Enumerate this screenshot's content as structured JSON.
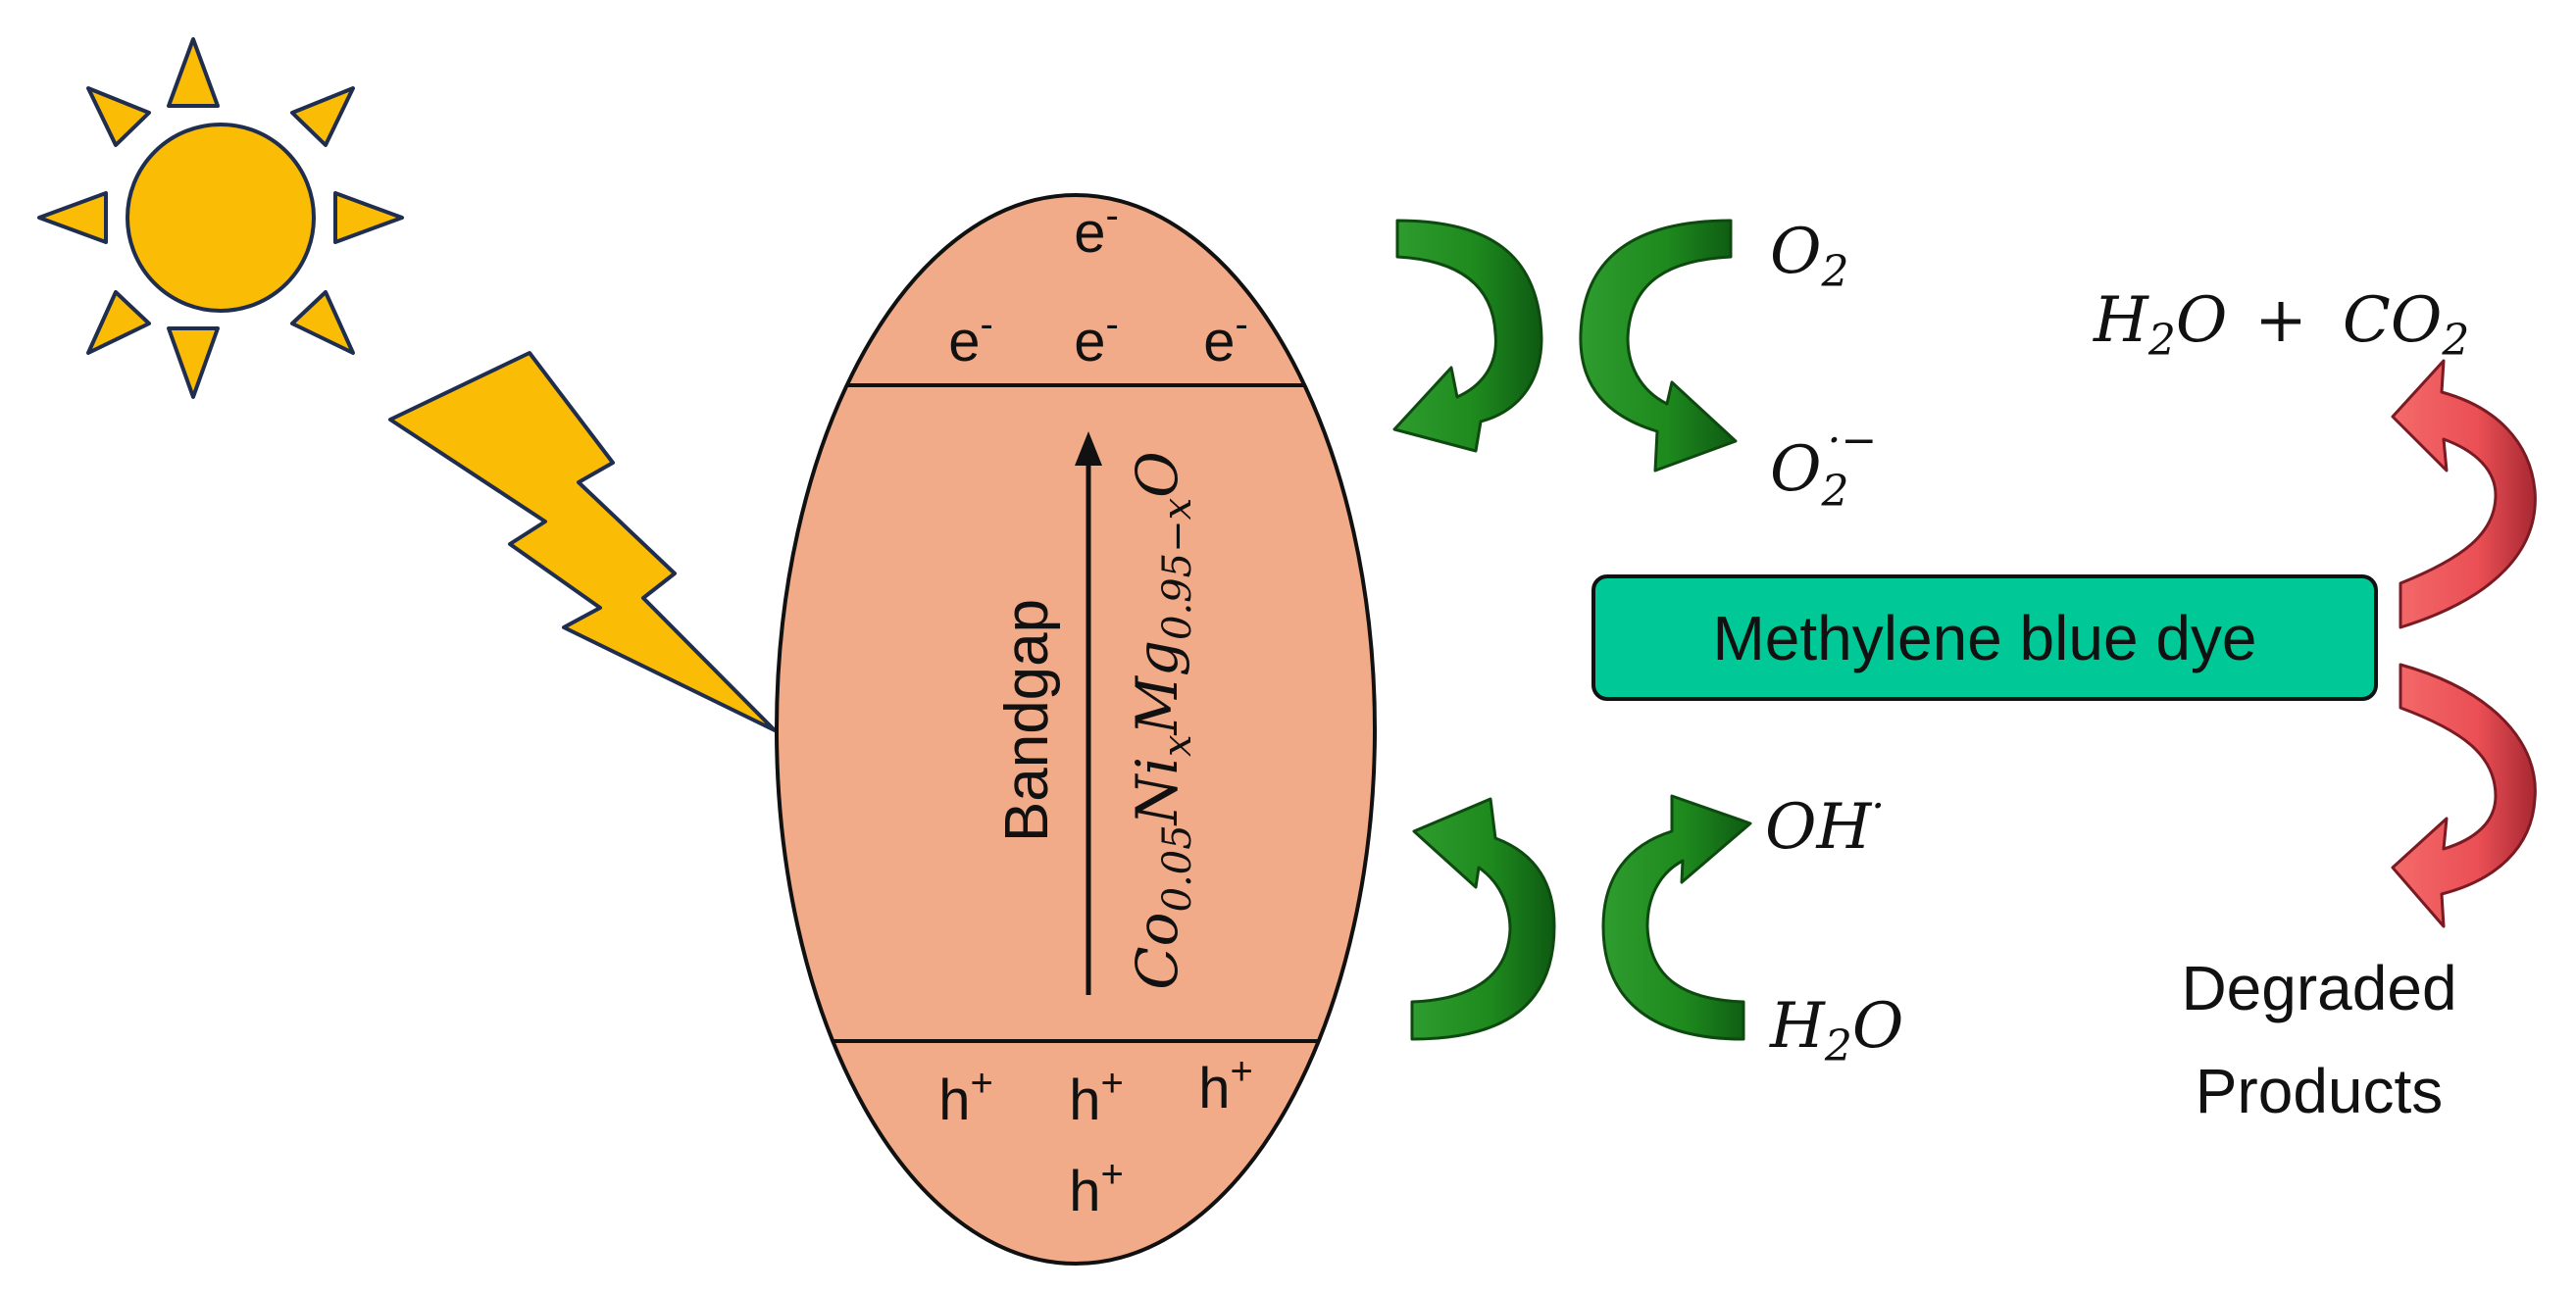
{
  "colors": {
    "sun": "#FBBC05",
    "sun_stroke": "#1f2d4f",
    "particle_body": "#F2AB88",
    "green_arrow": "#1E8A1E",
    "green_arrow_dark": "#0E5A12",
    "red_arrow": "#F25C5C",
    "red_arrow_dark": "#B8323A",
    "dye_box": "#00C896"
  },
  "icons": {
    "sun": "sun-icon",
    "lightning": "lightning-bolt-icon"
  },
  "particle": {
    "electrons": [
      "e-",
      "e-",
      "e-",
      "e-"
    ],
    "holes": [
      "h+",
      "h+",
      "h+",
      "h+"
    ],
    "bandgap_label": "Bandgap",
    "formula": {
      "co": "Co",
      "co_sub": "0.05",
      "ni": "Ni",
      "ni_sub": "x",
      "mg": "Mg",
      "mg_sub": "0.95−x",
      "o": "O"
    }
  },
  "reactions": {
    "o2": {
      "base": "O",
      "sub": "2"
    },
    "superoxide": {
      "base": "O",
      "sub": "2",
      "sup": "·−"
    },
    "hydroxyl": {
      "base": "OH",
      "sup": "·"
    },
    "water": {
      "base": "H",
      "sub": "2",
      "tail": "O"
    }
  },
  "dye": {
    "label": "Methylene blue dye"
  },
  "products": {
    "top": {
      "h": "H",
      "h_sub": "2",
      "o": "O",
      "plus": "+",
      "co": "CO",
      "co_sub": "2"
    },
    "bottom_line1": "Degraded",
    "bottom_line2": "Products"
  }
}
